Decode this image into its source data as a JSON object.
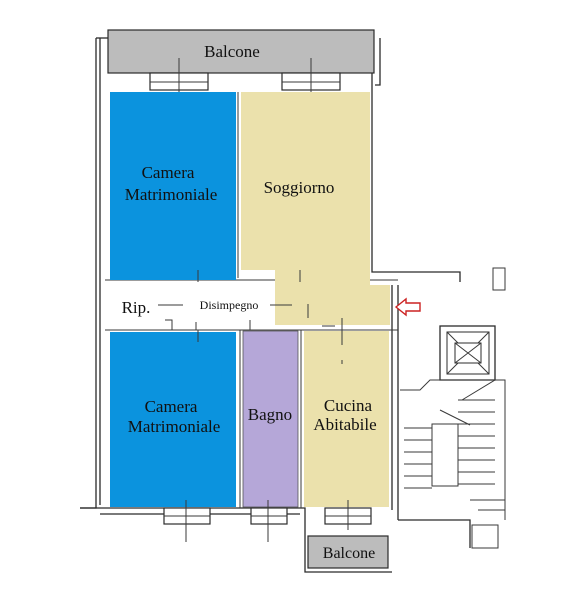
{
  "rooms": {
    "balcone_top": "Balcone",
    "camera_top_line1": "Camera",
    "camera_top_line2": "Matrimoniale",
    "soggiorno": "Soggiorno",
    "ripostiglio": "Rip.",
    "disimpegno": "Disimpegno",
    "camera_bottom_line1": "Camera",
    "camera_bottom_line2": "Matrimoniale",
    "bagno": "Bagno",
    "cucina_line1": "Cucina",
    "cucina_line2": "Abitabile",
    "balcone_bottom": "Balcone"
  },
  "colors": {
    "camera": "#0b93de",
    "soggiorno": "#ebe1ac",
    "bagno": "#b5a7d8",
    "balcone": "#bcbcbc",
    "entrance_arrow": "#cc2222"
  },
  "icons": {
    "entrance": "entrance-arrow-icon",
    "elevator": "elevator-icon",
    "stairs": "stairs-icon"
  }
}
